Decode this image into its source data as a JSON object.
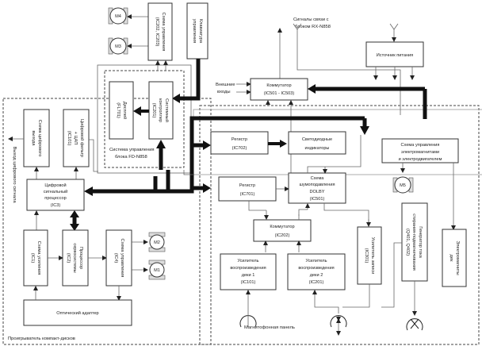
{
  "diagram": {
    "groups": {
      "cd_player": "Проигрыватель компакт-дисков",
      "tape_panel": "Магнитофонная панель",
      "control_system_line1": "Система управления",
      "control_system_line2": "блока FD-N858"
    },
    "labels": {
      "signals_line1": "Сигналы связи с",
      "signals_line2": "блоком RX-N858",
      "external_inputs_line1": "Внешние",
      "external_inputs_line2": "входы",
      "digital_output": "Выход цифрового сигнала"
    },
    "blocks": {
      "control_circuit": [
        "Схема управления",
        "(IC202, IC203)"
      ],
      "keyboard": [
        "Клавиатура",
        "управления"
      ],
      "display": [
        "Дисплей",
        "(FL701)"
      ],
      "system_controller": [
        "Системный",
        "контроллер",
        "(IC201)"
      ],
      "switch_main": [
        "Коммутатор",
        "(IC501 - IC503)"
      ],
      "power_supply": [
        "Источник питания"
      ],
      "digital_out_circuit": [
        "Схема цифрового",
        "выхода"
      ],
      "digital_filter": [
        "Цифровой фильтр",
        "+ ЦАП",
        "(IC101)"
      ],
      "dsp": [
        "Цифровой",
        "сигнальный",
        "процессор",
        "(IC3)"
      ],
      "amp_ic1": [
        "Схема усиления",
        "(IC1)"
      ],
      "servo": [
        "Процессор",
        "сервосистемы",
        "(IC2)"
      ],
      "control_ic4": [
        "Схема управления",
        "(IC4)"
      ],
      "optical_adapter": [
        "Оптический адаптер"
      ],
      "register_ic702": [
        "Регистр",
        "(IC702)"
      ],
      "led_indicators": [
        "Светодиодные",
        "индикаторы"
      ],
      "register_ic701": [
        "Регистр",
        "(IC701)"
      ],
      "dolby": [
        "Схема",
        "шумоподавления",
        "DOLBY",
        "(IC501)"
      ],
      "switch_ic202": [
        "Коммутатор",
        "(IC202)"
      ],
      "playback_amp1": [
        "Усилитель",
        "воспроизведения",
        "деки 1",
        "(IC101)"
      ],
      "playback_amp2": [
        "Усилитель",
        "воспроизведения",
        "деки 2",
        "(IC201)"
      ],
      "record_amp": [
        "Усилитель записи",
        "(IC301)"
      ],
      "bias_gen": [
        "Генератор тока",
        "стирания-подмагничивания",
        "(Q401, Q402)"
      ],
      "magnet_ctrl": [
        "Схема управления",
        "электромагнитами",
        "и электродвигателем"
      ],
      "deck_magnets": [
        "Электромагниты",
        "дек"
      ]
    },
    "motors": {
      "m4": "M4",
      "m3": "M3",
      "m2": "M2",
      "m1": "M1",
      "m5": "M5"
    }
  }
}
